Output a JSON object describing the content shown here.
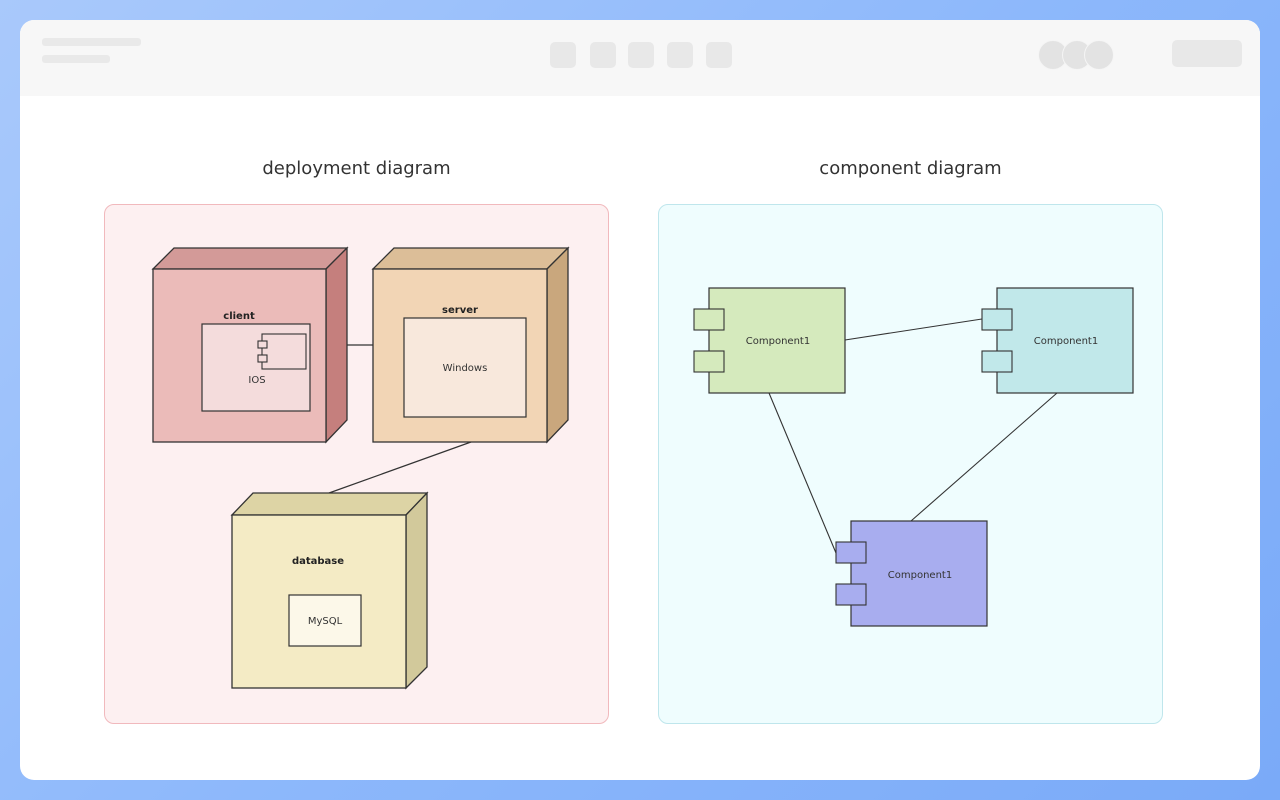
{
  "deployment": {
    "title": "deployment diagram",
    "client": {
      "label": "client",
      "component": "IOS"
    },
    "server": {
      "label": "server",
      "component": "Windows"
    },
    "database": {
      "label": "database",
      "component": "MySQL"
    }
  },
  "component": {
    "title": "component diagram",
    "c1": {
      "label": "Component1"
    },
    "c2": {
      "label": "Component1"
    },
    "c3": {
      "label": "Component1"
    }
  },
  "colors": {
    "client": "#ebbbb9",
    "server": "#f2d5b5",
    "database": "#f4ebc5",
    "c1": "#d5eabd",
    "c2": "#c1e8ea",
    "c3": "#a8adef"
  }
}
